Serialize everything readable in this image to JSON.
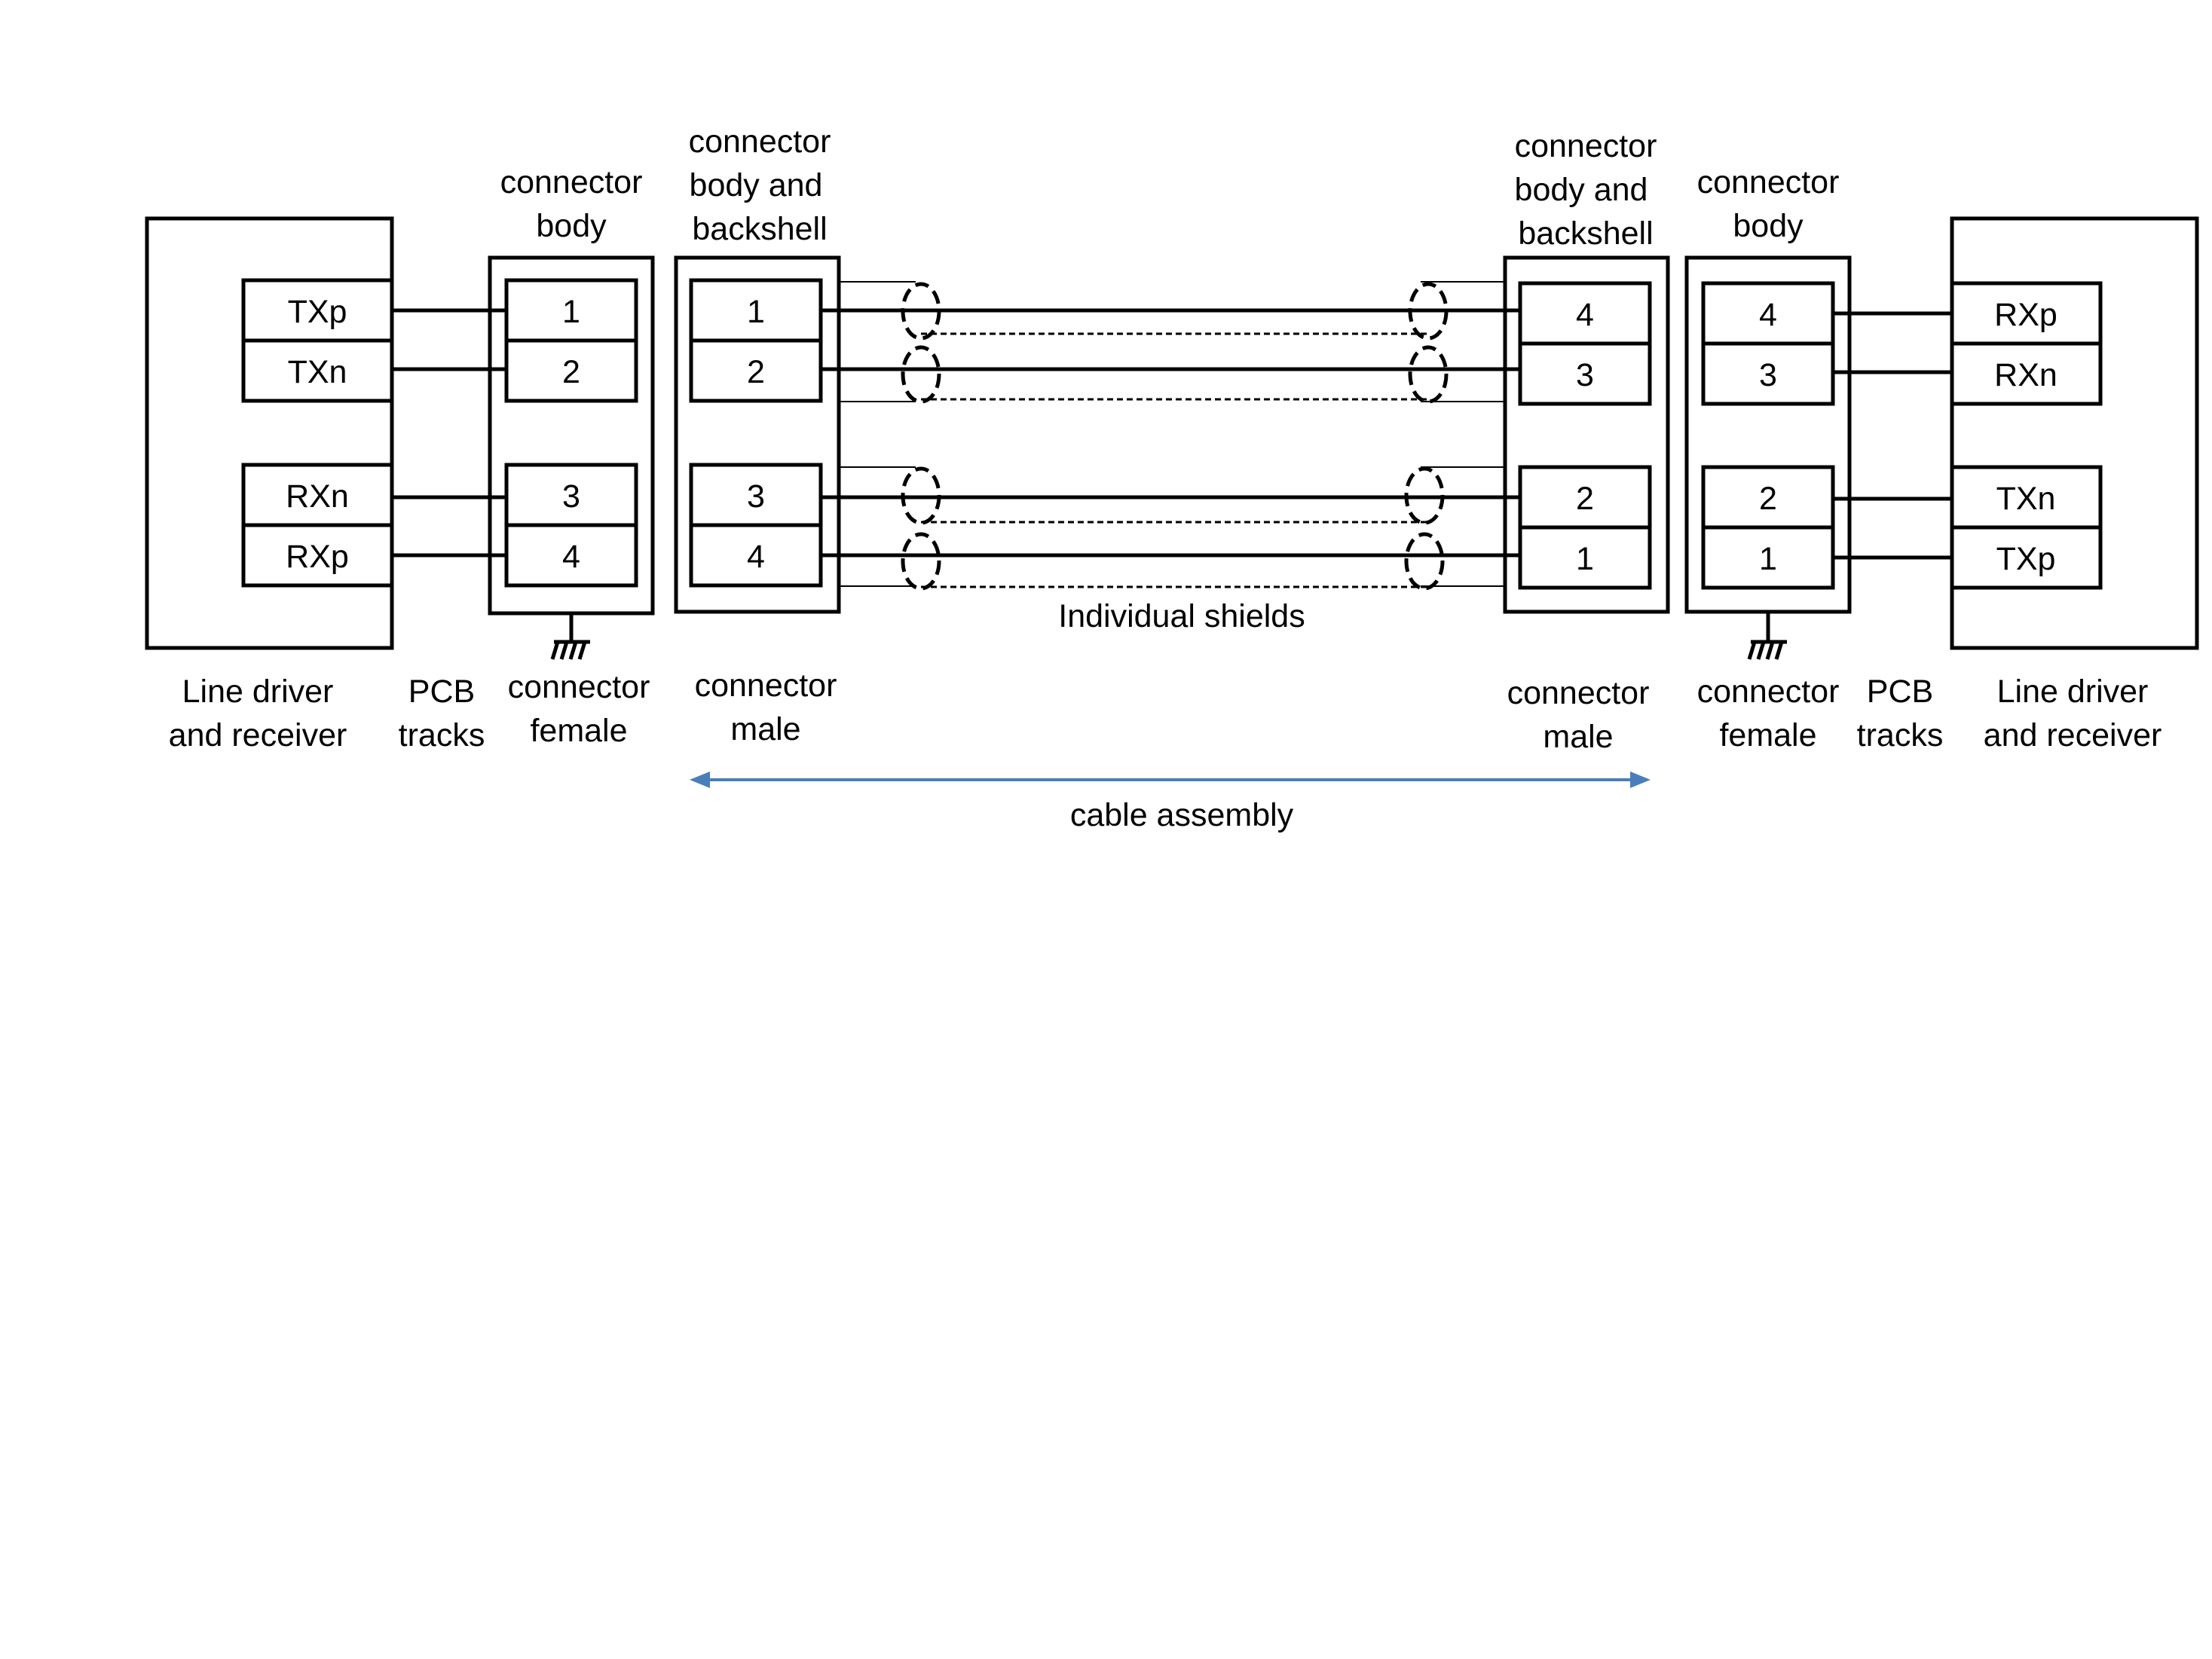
{
  "left": {
    "device_label": [
      "Line driver",
      "and receiver"
    ],
    "pins": [
      "TXp",
      "TXn",
      "RXn",
      "RXp"
    ],
    "pcb_label": [
      "PCB",
      "tracks"
    ],
    "female_body_label": [
      "connector",
      "body"
    ],
    "female_label": [
      "connector",
      "female"
    ],
    "female_pins": [
      "1",
      "2",
      "3",
      "4"
    ],
    "male_body_label": [
      "connector",
      "body and",
      "backshell"
    ],
    "male_label": [
      "connector",
      "male"
    ],
    "male_pins": [
      "1",
      "2",
      "3",
      "4"
    ]
  },
  "right": {
    "device_label": [
      "Line driver",
      "and receiver"
    ],
    "pins": [
      "RXp",
      "RXn",
      "TXn",
      "TXp"
    ],
    "pcb_label": [
      "PCB",
      "tracks"
    ],
    "female_body_label": [
      "connector",
      "body"
    ],
    "female_label": [
      "connector",
      "female"
    ],
    "female_pins": [
      "4",
      "3",
      "2",
      "1"
    ],
    "male_body_label": [
      "connector",
      "body and",
      "backshell"
    ],
    "male_label": [
      "connector",
      "male"
    ],
    "male_pins": [
      "4",
      "3",
      "2",
      "1"
    ]
  },
  "cable": {
    "shield_label": "Individual shields",
    "assembly_label": "cable assembly",
    "arrow_color": "#4a7ebb"
  },
  "icons": [
    "ground-icon",
    "shield-ellipse-icon",
    "double-arrow-icon"
  ]
}
